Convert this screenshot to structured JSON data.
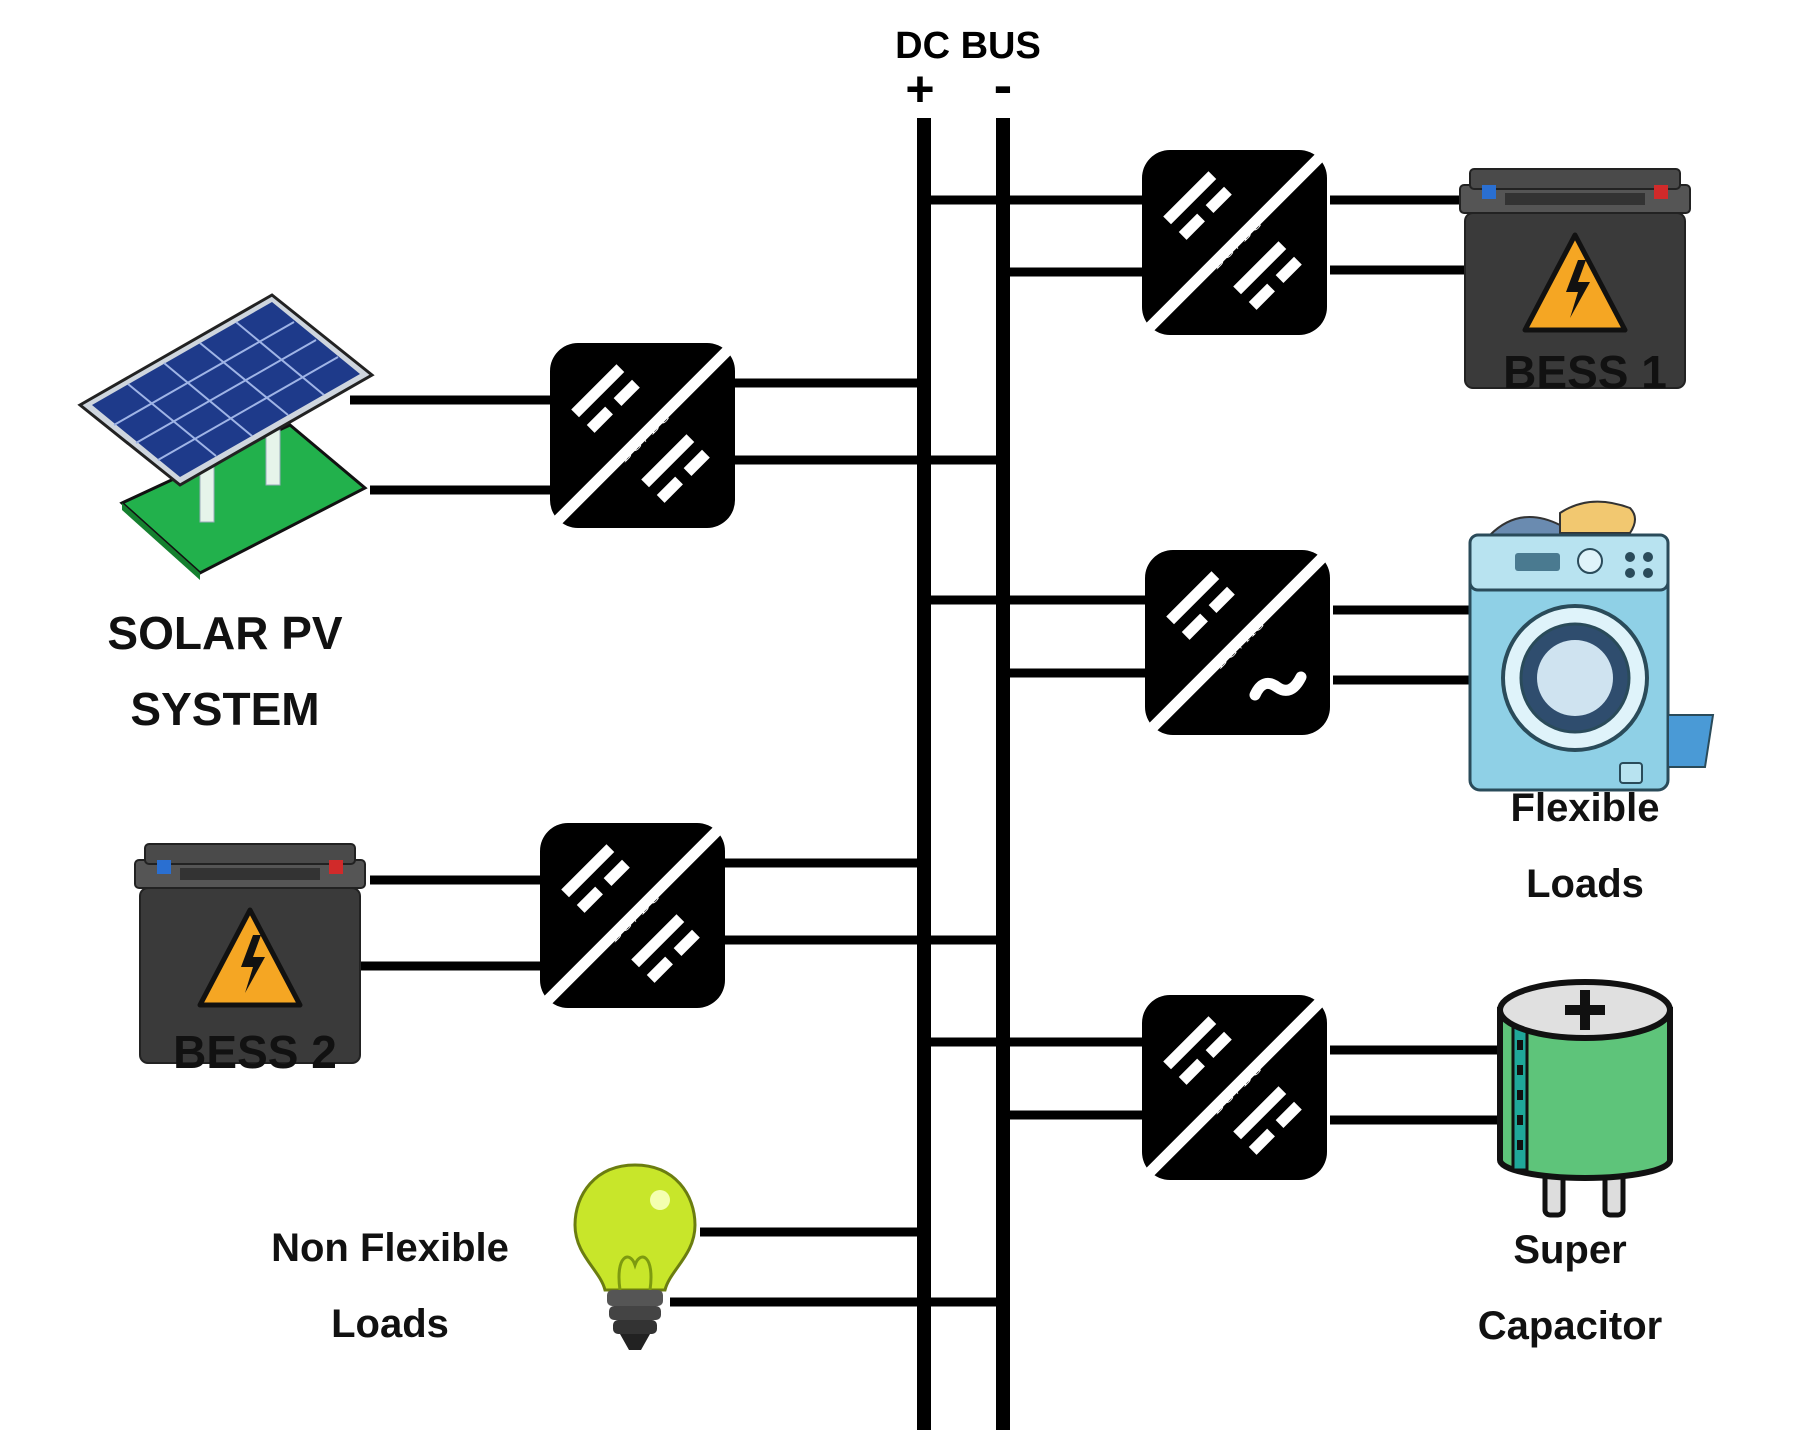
{
  "bus": {
    "title": "DC BUS",
    "plus_symbol": "+",
    "minus_symbol": "-"
  },
  "components": {
    "solar": {
      "label_line1": "SOLAR PV",
      "label_line2": "SYSTEM",
      "icon": "solar-panel-icon"
    },
    "bess1": {
      "label": "BESS 1",
      "icon": "battery-icon"
    },
    "bess2": {
      "label": "BESS 2",
      "icon": "battery-icon"
    },
    "flexible": {
      "label_line1": "Flexible",
      "label_line2": "Loads",
      "icon": "washing-machine-icon"
    },
    "nonflex": {
      "label_line1": "Non Flexible",
      "label_line2": "Loads",
      "icon": "light-bulb-icon"
    },
    "supercap": {
      "label_line1": "Super",
      "label_line2": "Capacitor",
      "icon": "supercapacitor-icon"
    }
  },
  "converters": {
    "pv": "DC / DC",
    "bess1": "DC / DC",
    "flexible": "DC / AC",
    "bess2": "DC / DC",
    "supercap": "DC / DC"
  },
  "colors": {
    "wire": "#000000",
    "converter": "#000000",
    "solar_panel": "#1e3a8a",
    "solar_base": "#22b14c",
    "battery_body": "#3a3a3a",
    "warning": "#f5a623",
    "bulb": "#c8e62a",
    "supercap": "#5ec47a",
    "washer": "#8fd0e6"
  }
}
